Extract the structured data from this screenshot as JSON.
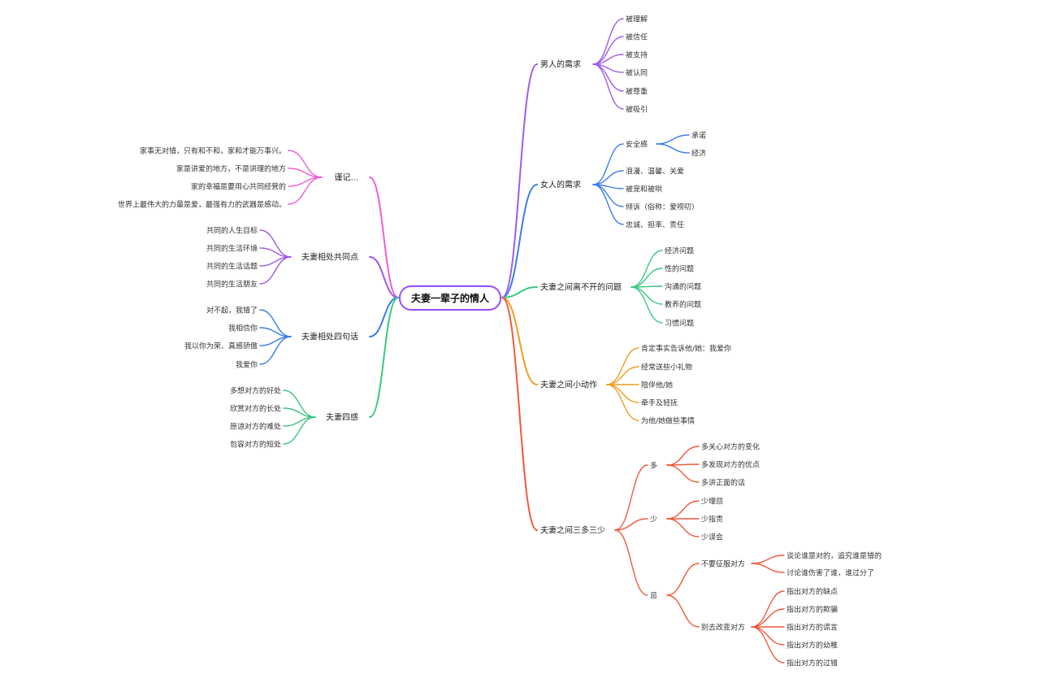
{
  "root": {
    "label": "夫妻一辈子的情人"
  },
  "colors": {
    "root_border": "#9b4dff",
    "purple": "#a05ce8",
    "blue": "#3b7dea",
    "green": "#3cc783",
    "orange": "#ee9d24",
    "red": "#ee5a3c",
    "pink": "#ec5fd6"
  },
  "right": [
    {
      "label": "男人的需求",
      "color": "purple",
      "children": [
        {
          "label": "被理解"
        },
        {
          "label": "被信任"
        },
        {
          "label": "被支持"
        },
        {
          "label": "被认同"
        },
        {
          "label": "被尊重"
        },
        {
          "label": "被吸引"
        }
      ]
    },
    {
      "label": "女人的需求",
      "color": "blue",
      "children": [
        {
          "label": "安全感",
          "children": [
            {
              "label": "承诺"
            },
            {
              "label": "经济"
            }
          ]
        },
        {
          "label": "浪漫、温馨、关爱"
        },
        {
          "label": "被宠和被哄"
        },
        {
          "label": "倾诉（俗称：爱唠叨）"
        },
        {
          "label": "忠诚、担率、责任"
        }
      ]
    },
    {
      "label": "夫妻之间离不开的问题",
      "color": "green",
      "children": [
        {
          "label": "经济问题"
        },
        {
          "label": "性的问题"
        },
        {
          "label": "沟通的问题"
        },
        {
          "label": "教养的问题"
        },
        {
          "label": "习惯问题"
        }
      ]
    },
    {
      "label": "夫妻之间小动作",
      "color": "orange",
      "children": [
        {
          "label": "肯定事实告诉他/她：我爱你"
        },
        {
          "label": "经常送些小礼物"
        },
        {
          "label": "陪伴他/她"
        },
        {
          "label": "牵手及轻抚"
        },
        {
          "label": "为他/她做些事情"
        }
      ]
    },
    {
      "label": "夫妻之间三多三少",
      "color": "red",
      "children": [
        {
          "label": "多",
          "children": [
            {
              "label": "多关心对方的变化"
            },
            {
              "label": "多发现对方的优点"
            },
            {
              "label": "多讲正面的话"
            }
          ]
        },
        {
          "label": "少",
          "children": [
            {
              "label": "少埋怨"
            },
            {
              "label": "少指责"
            },
            {
              "label": "少误会"
            }
          ]
        },
        {
          "label": "忌",
          "children": [
            {
              "label": "不要征服对方",
              "children": [
                {
                  "label": "谈论谁是对的，追究谁是错的"
                },
                {
                  "label": "讨论谁伤害了谁，谁过分了"
                }
              ]
            },
            {
              "label": "别去改变对方",
              "children": [
                {
                  "label": "指出对方的缺点"
                },
                {
                  "label": "指出对方的欺骗"
                },
                {
                  "label": "指出对方的谎言"
                },
                {
                  "label": "指出对方的幼稚"
                },
                {
                  "label": "指出对方的过错"
                }
              ]
            }
          ]
        }
      ]
    }
  ],
  "left": [
    {
      "label": "谨记...",
      "color": "pink",
      "children": [
        {
          "label": "家事无对错，只有和不和，家和才能万事兴。"
        },
        {
          "label": "家是讲爱的地方，不是讲理的地方"
        },
        {
          "label": "家的幸福是要用心共同经营的"
        },
        {
          "label": "世界上最伟大的力量是爱，最强有力的武器是感动。"
        }
      ]
    },
    {
      "label": "夫妻相处共同点",
      "color": "purple",
      "children": [
        {
          "label": "共同的人生目标"
        },
        {
          "label": "共同的生活环境"
        },
        {
          "label": "共同的生活话题"
        },
        {
          "label": "共同的生活朋友"
        }
      ]
    },
    {
      "label": "夫妻相处四句话",
      "color": "blue",
      "children": [
        {
          "label": "对不起，我错了"
        },
        {
          "label": "我相信你"
        },
        {
          "label": "我以你为荣、真感骄傲"
        },
        {
          "label": "我爱你"
        }
      ]
    },
    {
      "label": "夫妻四感",
      "color": "green",
      "children": [
        {
          "label": "多想对方的好处"
        },
        {
          "label": "欣赏对方的长处"
        },
        {
          "label": "原谅对方的难处"
        },
        {
          "label": "包容对方的短处"
        }
      ]
    }
  ]
}
